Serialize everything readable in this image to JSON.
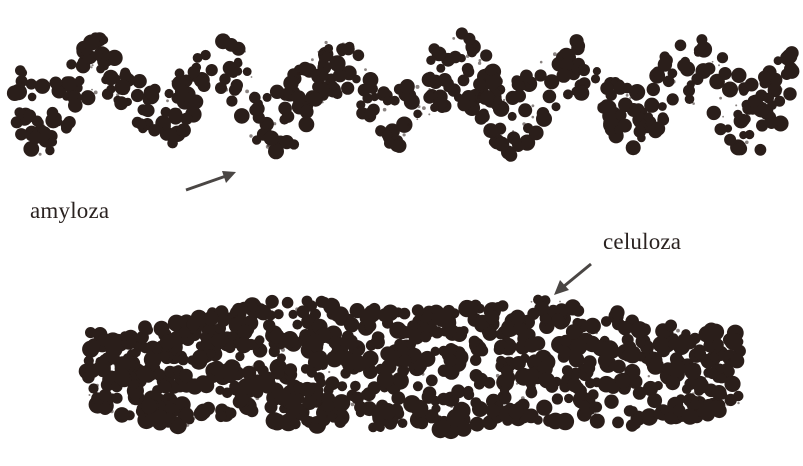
{
  "labels": {
    "amylose": "amyloza",
    "cellulose": "celuloza"
  },
  "colors": {
    "atom": "#2a1e1a",
    "arrow": "#4a4644",
    "background": "#ffffff",
    "text": "#2a2220"
  },
  "molecules": [
    {
      "name": "amylose-helix",
      "shape": "helix"
    },
    {
      "name": "cellulose-chain",
      "shape": "extended-fibril"
    }
  ]
}
